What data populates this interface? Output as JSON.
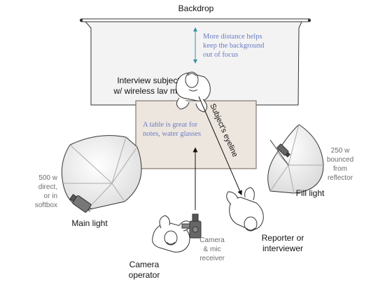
{
  "labels": {
    "backdrop": "Backdrop",
    "subject_line1": "Interview subject",
    "subject_line2": "w/ wireless lav mic",
    "eyeline": "Subject's eyeline",
    "main_light": "Main light",
    "main_light_note": [
      "500 w",
      "direct,",
      "or in",
      "softbox"
    ],
    "fill_light": "Fill light",
    "fill_light_note": [
      "250 w",
      "bounced",
      "from",
      "reflector"
    ],
    "camera_operator": [
      "Camera",
      "operator"
    ],
    "camera_note": [
      "Camera",
      "& mic",
      "receiver"
    ],
    "reporter": [
      "Reporter or",
      "interviewer"
    ]
  },
  "annotations": {
    "distance": [
      "More distance helps",
      "keep the background",
      "out of focus"
    ],
    "table": [
      "A table is great for",
      "notes, water glasses"
    ]
  },
  "colors": {
    "backdrop_fill": "#f3f3f3",
    "table_fill": "#ede6df",
    "table_stroke": "#6b5e55",
    "annotation_text": "#6a7cc4",
    "distance_arrow": "#3b8fa3",
    "outline": "#333333"
  },
  "icons": [
    "backdrop-stand",
    "softbox-light",
    "umbrella-light",
    "video-camera",
    "person-top-view"
  ]
}
